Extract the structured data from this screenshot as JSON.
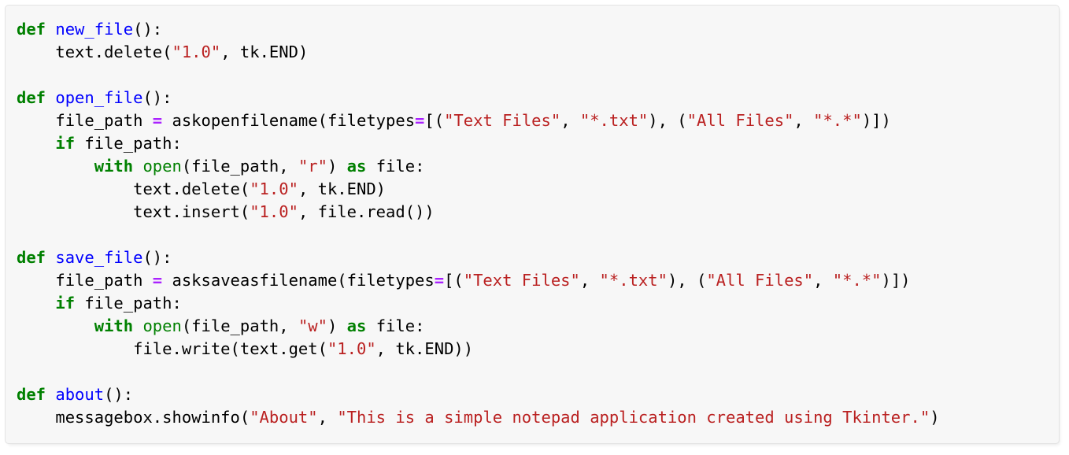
{
  "card": {
    "background_color": "#f7f7f7",
    "border_color": "#e3e3e3",
    "language": "python"
  },
  "theme": {
    "keyword_color": "#008000",
    "function_name_color": "#0000ff",
    "builtin_color": "#008000",
    "string_color": "#ba2121",
    "operator_color": "#aa22ff",
    "text_color": "#000000"
  },
  "code": {
    "lines": [
      {
        "n": 1,
        "text": "def new_file():",
        "tokens": [
          {
            "t": "def",
            "c": "k"
          },
          {
            "t": " ",
            "c": "p"
          },
          {
            "t": "new_file",
            "c": "nf"
          },
          {
            "t": "():",
            "c": "p"
          }
        ]
      },
      {
        "n": 2,
        "text": "    text.delete(\"1.0\", tk.END)",
        "tokens": [
          {
            "t": "    text.delete(",
            "c": "p"
          },
          {
            "t": "\"1.0\"",
            "c": "s"
          },
          {
            "t": ", tk.END)",
            "c": "p"
          }
        ]
      },
      {
        "n": 3,
        "text": "",
        "tokens": []
      },
      {
        "n": 4,
        "text": "def open_file():",
        "tokens": [
          {
            "t": "def",
            "c": "k"
          },
          {
            "t": " ",
            "c": "p"
          },
          {
            "t": "open_file",
            "c": "nf"
          },
          {
            "t": "():",
            "c": "p"
          }
        ]
      },
      {
        "n": 5,
        "text": "    file_path = askopenfilename(filetypes=[(\"Text Files\", \"*.txt\"), (\"All Files\", \"*.*\")])",
        "tokens": [
          {
            "t": "    file_path ",
            "c": "p"
          },
          {
            "t": "=",
            "c": "o"
          },
          {
            "t": " askopenfilename(filetypes",
            "c": "p"
          },
          {
            "t": "=",
            "c": "o"
          },
          {
            "t": "[(",
            "c": "p"
          },
          {
            "t": "\"Text Files\"",
            "c": "s"
          },
          {
            "t": ", ",
            "c": "p"
          },
          {
            "t": "\"*.txt\"",
            "c": "s"
          },
          {
            "t": "), (",
            "c": "p"
          },
          {
            "t": "\"All Files\"",
            "c": "s"
          },
          {
            "t": ", ",
            "c": "p"
          },
          {
            "t": "\"*.*\"",
            "c": "s"
          },
          {
            "t": ")])",
            "c": "p"
          }
        ]
      },
      {
        "n": 6,
        "text": "    if file_path:",
        "tokens": [
          {
            "t": "    ",
            "c": "p"
          },
          {
            "t": "if",
            "c": "k"
          },
          {
            "t": " file_path:",
            "c": "p"
          }
        ]
      },
      {
        "n": 7,
        "text": "        with open(file_path, \"r\") as file:",
        "tokens": [
          {
            "t": "        ",
            "c": "p"
          },
          {
            "t": "with",
            "c": "k"
          },
          {
            "t": " ",
            "c": "p"
          },
          {
            "t": "open",
            "c": "nb"
          },
          {
            "t": "(file_path, ",
            "c": "p"
          },
          {
            "t": "\"r\"",
            "c": "s"
          },
          {
            "t": ") ",
            "c": "p"
          },
          {
            "t": "as",
            "c": "k"
          },
          {
            "t": " file:",
            "c": "p"
          }
        ]
      },
      {
        "n": 8,
        "text": "            text.delete(\"1.0\", tk.END)",
        "tokens": [
          {
            "t": "            text.delete(",
            "c": "p"
          },
          {
            "t": "\"1.0\"",
            "c": "s"
          },
          {
            "t": ", tk.END)",
            "c": "p"
          }
        ]
      },
      {
        "n": 9,
        "text": "            text.insert(\"1.0\", file.read())",
        "tokens": [
          {
            "t": "            text.insert(",
            "c": "p"
          },
          {
            "t": "\"1.0\"",
            "c": "s"
          },
          {
            "t": ", file.read())",
            "c": "p"
          }
        ]
      },
      {
        "n": 10,
        "text": "",
        "tokens": []
      },
      {
        "n": 11,
        "text": "def save_file():",
        "tokens": [
          {
            "t": "def",
            "c": "k"
          },
          {
            "t": " ",
            "c": "p"
          },
          {
            "t": "save_file",
            "c": "nf"
          },
          {
            "t": "():",
            "c": "p"
          }
        ]
      },
      {
        "n": 12,
        "text": "    file_path = asksaveasfilename(filetypes=[(\"Text Files\", \"*.txt\"), (\"All Files\", \"*.*\")])",
        "tokens": [
          {
            "t": "    file_path ",
            "c": "p"
          },
          {
            "t": "=",
            "c": "o"
          },
          {
            "t": " asksaveasfilename(filetypes",
            "c": "p"
          },
          {
            "t": "=",
            "c": "o"
          },
          {
            "t": "[(",
            "c": "p"
          },
          {
            "t": "\"Text Files\"",
            "c": "s"
          },
          {
            "t": ", ",
            "c": "p"
          },
          {
            "t": "\"*.txt\"",
            "c": "s"
          },
          {
            "t": "), (",
            "c": "p"
          },
          {
            "t": "\"All Files\"",
            "c": "s"
          },
          {
            "t": ", ",
            "c": "p"
          },
          {
            "t": "\"*.*\"",
            "c": "s"
          },
          {
            "t": ")])",
            "c": "p"
          }
        ]
      },
      {
        "n": 13,
        "text": "    if file_path:",
        "tokens": [
          {
            "t": "    ",
            "c": "p"
          },
          {
            "t": "if",
            "c": "k"
          },
          {
            "t": " file_path:",
            "c": "p"
          }
        ]
      },
      {
        "n": 14,
        "text": "        with open(file_path, \"w\") as file:",
        "tokens": [
          {
            "t": "        ",
            "c": "p"
          },
          {
            "t": "with",
            "c": "k"
          },
          {
            "t": " ",
            "c": "p"
          },
          {
            "t": "open",
            "c": "nb"
          },
          {
            "t": "(file_path, ",
            "c": "p"
          },
          {
            "t": "\"w\"",
            "c": "s"
          },
          {
            "t": ") ",
            "c": "p"
          },
          {
            "t": "as",
            "c": "k"
          },
          {
            "t": " file:",
            "c": "p"
          }
        ]
      },
      {
        "n": 15,
        "text": "            file.write(text.get(\"1.0\", tk.END))",
        "tokens": [
          {
            "t": "            file.write(text.get(",
            "c": "p"
          },
          {
            "t": "\"1.0\"",
            "c": "s"
          },
          {
            "t": ", tk.END))",
            "c": "p"
          }
        ]
      },
      {
        "n": 16,
        "text": "",
        "tokens": []
      },
      {
        "n": 17,
        "text": "def about():",
        "tokens": [
          {
            "t": "def",
            "c": "k"
          },
          {
            "t": " ",
            "c": "p"
          },
          {
            "t": "about",
            "c": "nf"
          },
          {
            "t": "():",
            "c": "p"
          }
        ]
      },
      {
        "n": 18,
        "text": "    messagebox.showinfo(\"About\", \"This is a simple notepad application created using Tkinter.\")",
        "tokens": [
          {
            "t": "    messagebox.showinfo(",
            "c": "p"
          },
          {
            "t": "\"About\"",
            "c": "s"
          },
          {
            "t": ", ",
            "c": "p"
          },
          {
            "t": "\"This is a simple notepad application created using Tkinter.\"",
            "c": "s"
          },
          {
            "t": ")",
            "c": "p"
          }
        ]
      }
    ]
  }
}
